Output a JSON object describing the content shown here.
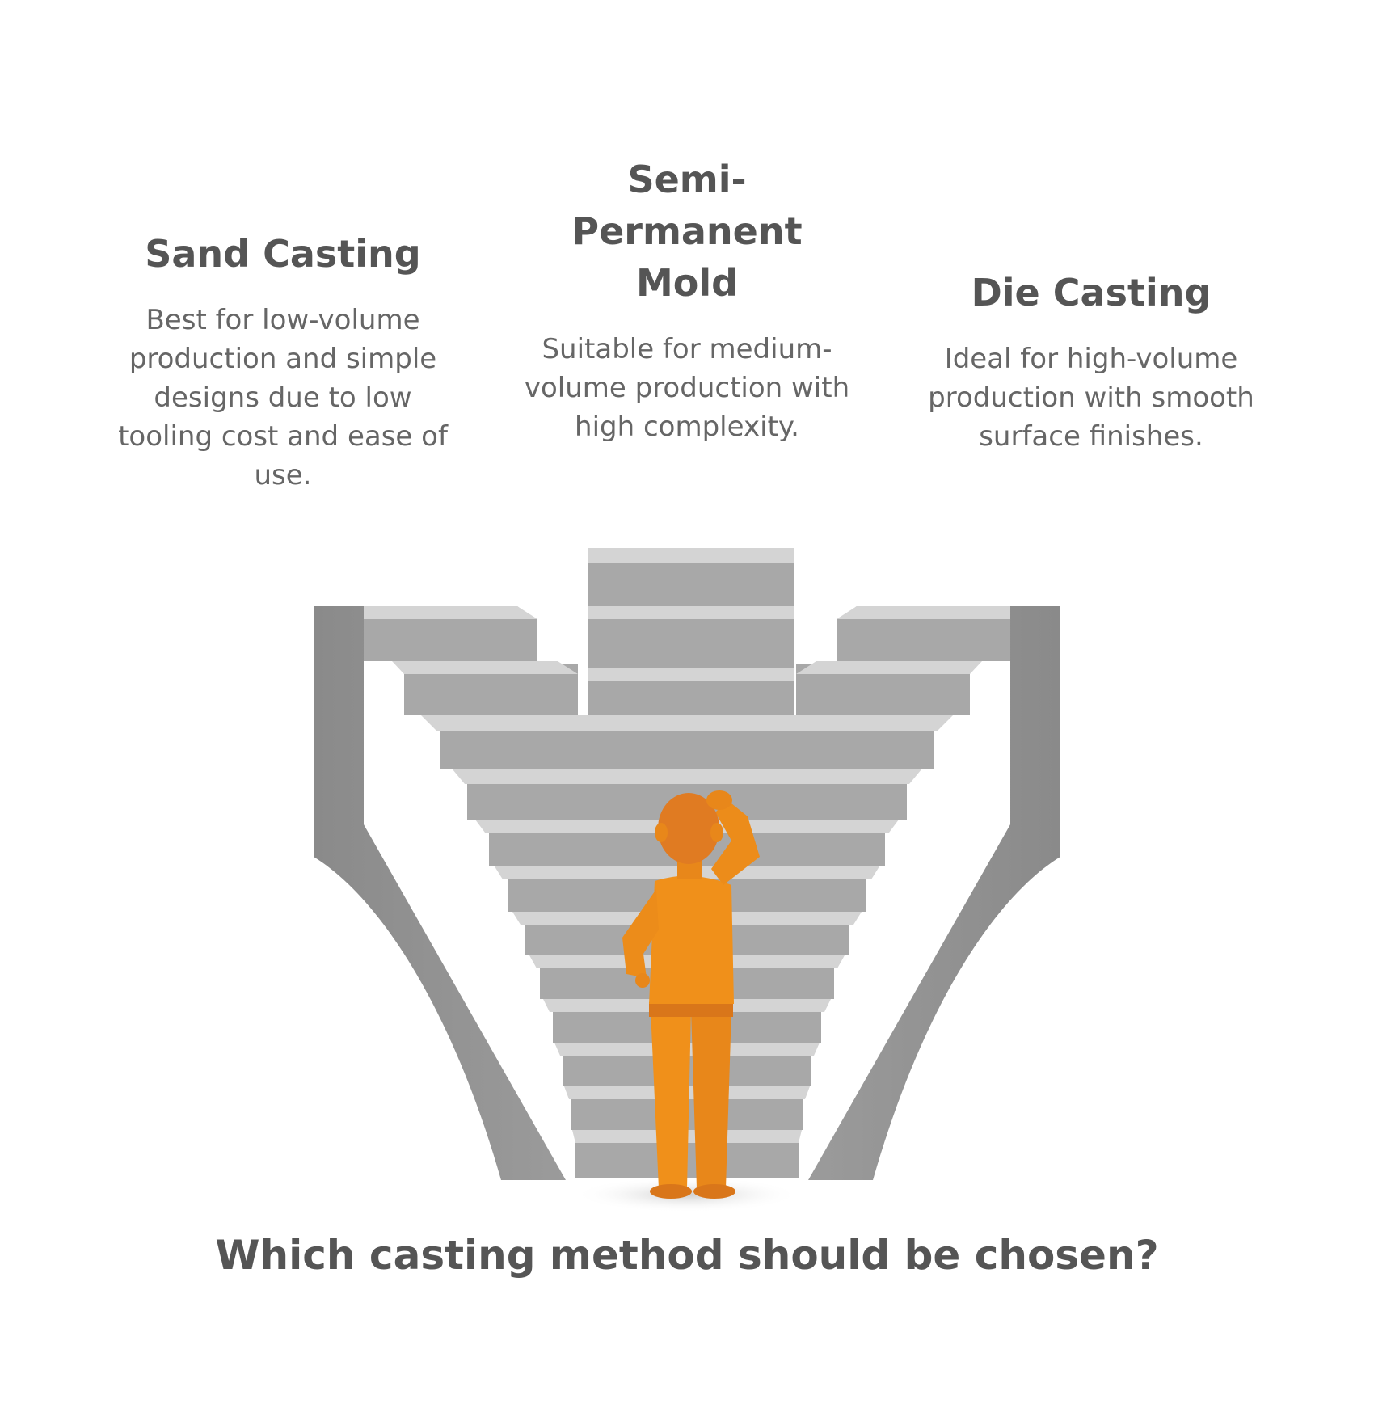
{
  "options": [
    {
      "title": "Sand Casting",
      "description": "Best for low-volume production and simple designs due to low tooling cost and ease of use."
    },
    {
      "title": "Semi-Permanent Mold",
      "description": "Suitable for medium-volume production with high complexity."
    },
    {
      "title": "Die Casting",
      "description": "Ideal for high-volume production with smooth surface finishes."
    }
  ],
  "question": "Which casting method should be chosen?",
  "colors": {
    "text": "#555555",
    "stairs_dark": "#8c8c8c",
    "stairs_face": "#a6a6a6",
    "stairs_tread": "#d6d6d6",
    "figure": "#f0901a",
    "figure_dark": "#d9761a",
    "hair": "#e07b22"
  }
}
